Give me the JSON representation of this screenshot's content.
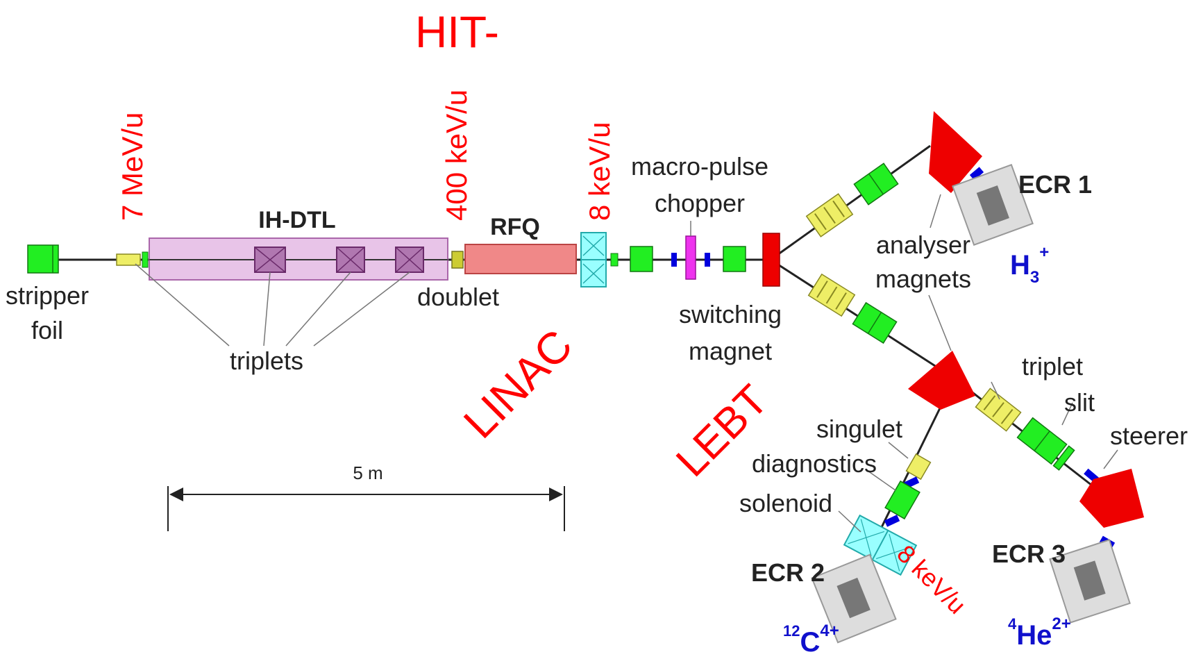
{
  "colors": {
    "beamline": "#222222",
    "accent_red": "#ff0000",
    "ion_blue": "#1010cc",
    "quad_green": "#22ee22",
    "triplet_yellow": "#eeee66",
    "ihdtl_purple": "#e8c4e8",
    "rfq_pink": "#f08888",
    "solenoid_cyan": "#99ffff",
    "magnet_red": "#ee0000",
    "chopper_magenta": "#ee33ee",
    "steerer_blue": "#0000dd",
    "ecr_gray": "#dddddd"
  },
  "titles": {
    "hit": "HIT-",
    "linac": "LINAC",
    "lebt": "LEBT"
  },
  "energies": {
    "e7": "7 MeV/u",
    "e400": "400 keV/u",
    "e8": "8 keV/u",
    "e8_ecr2": "8 keV/u"
  },
  "components": {
    "ihdtl": "IH-DTL",
    "rfq": "RFQ",
    "ecr1": "ECR 1",
    "ecr2": "ECR 2",
    "ecr3": "ECR 3"
  },
  "labels": {
    "stripper": "stripper",
    "foil": "foil",
    "triplets": "triplets",
    "doublet": "doublet",
    "macro_pulse": "macro-pulse",
    "chopper": "chopper",
    "switching": "switching",
    "magnet": "magnet",
    "analyser": "analyser",
    "magnets": "magnets",
    "triplet": "triplet",
    "slit": "slit",
    "steerer": "steerer",
    "singulet": "singulet",
    "diagnostics": "diagnostics",
    "solenoid": "solenoid"
  },
  "ions": {
    "h3_base": "H",
    "h3_sub": "3",
    "h3_sup": "+",
    "c_pre": "12",
    "c_base": "C",
    "c_sup": "4+",
    "he_pre": "4",
    "he_base": "He",
    "he_sup": "2+"
  },
  "scale": {
    "label": "5 m"
  }
}
